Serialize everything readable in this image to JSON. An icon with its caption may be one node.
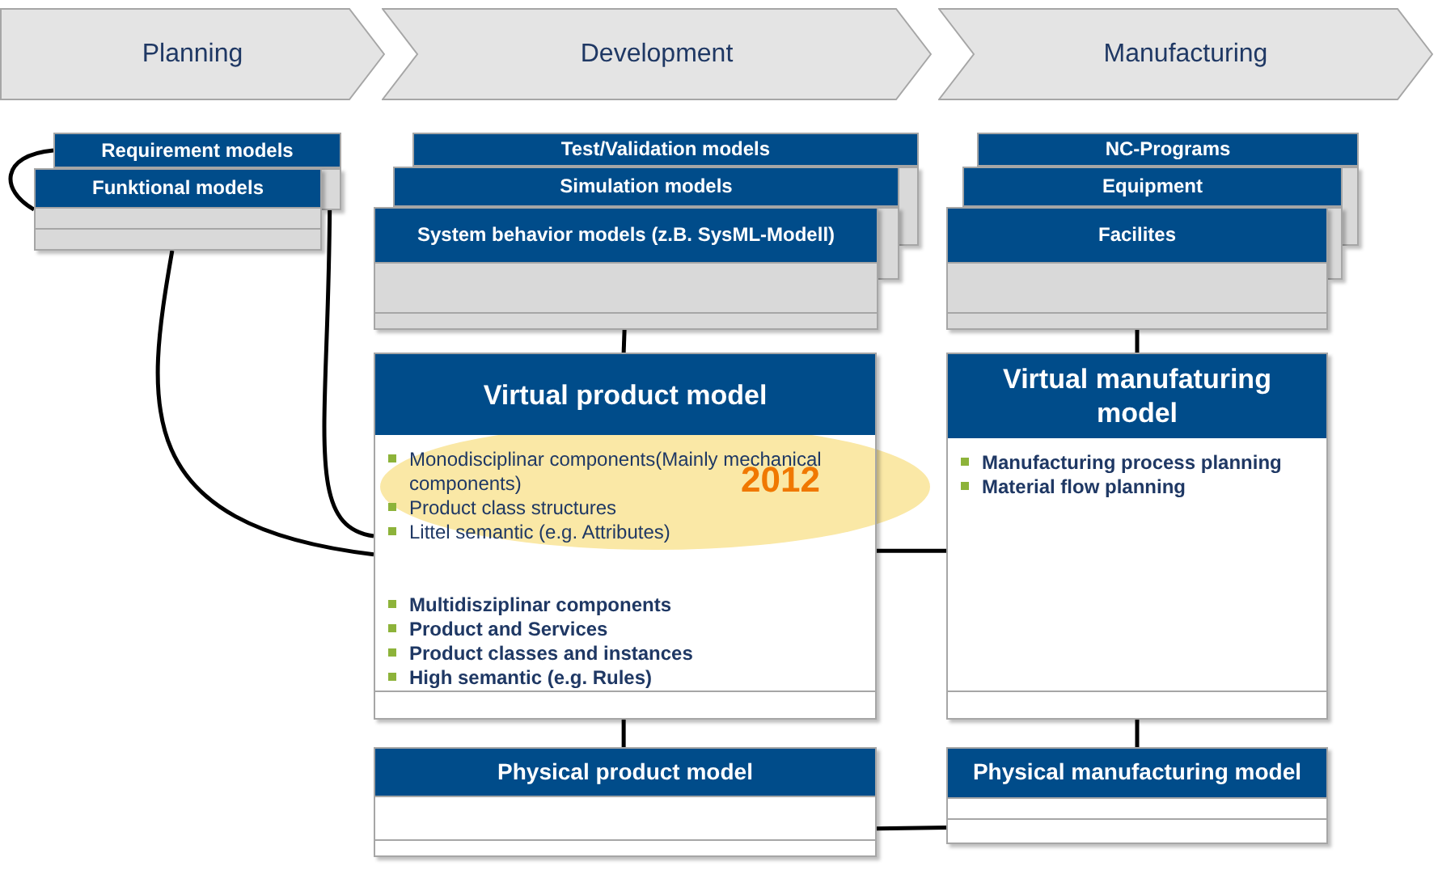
{
  "diagram": {
    "nodes": [
      {
        "text": [
          "Planning"
        ]
      },
      {
        "text": [
          "Development"
        ]
      },
      {
        "text": [
          "Manufacturing"
        ]
      },
      {
        "text": [
          "Requirement models"
        ]
      },
      {
        "text": [
          "Funktional models"
        ]
      },
      {
        "text": [
          "Test/Validation models"
        ]
      },
      {
        "text": [
          "Simulation models"
        ]
      },
      {
        "text": [
          "System behavior models (z.B. SysML-Modell)"
        ]
      },
      {
        "text": [
          "NC-Programs"
        ]
      },
      {
        "text": [
          "Equipment"
        ]
      },
      {
        "text": [
          "Facilites"
        ]
      },
      {
        "text": [
          "Virtual product model",
          "Monodisciplinar components(Mainly mechanical components)",
          "Product class structures",
          "Littel semantic  (e.g. Attributes)",
          "Multidisziplinar components",
          "Product and Services",
          "Product classes and instances",
          "High semantic (e.g. Rules)"
        ]
      },
      {
        "text": [
          "Virtual manufaturing model",
          "Manufacturing process planning",
          "Material flow planning"
        ]
      },
      {
        "text": [
          "Physical product model"
        ]
      },
      {
        "text": [
          "Physical manufacturing model"
        ]
      }
    ],
    "edges": [
      {
        "from": 3,
        "to": 4,
        "arrow": "none"
      },
      {
        "from": 4,
        "to": 11,
        "arrow": "none"
      },
      {
        "from": 3,
        "to": 11,
        "arrow": "none"
      },
      {
        "from": 7,
        "to": 11,
        "arrow": "none"
      },
      {
        "from": 10,
        "to": 12,
        "arrow": "none"
      },
      {
        "from": 11,
        "to": 12,
        "arrow": "none"
      },
      {
        "from": 11,
        "to": 13,
        "arrow": "none"
      },
      {
        "from": 12,
        "to": 14,
        "arrow": "none"
      },
      {
        "from": 13,
        "to": 14,
        "arrow": "none"
      }
    ],
    "labels": [
      "2012"
    ]
  }
}
